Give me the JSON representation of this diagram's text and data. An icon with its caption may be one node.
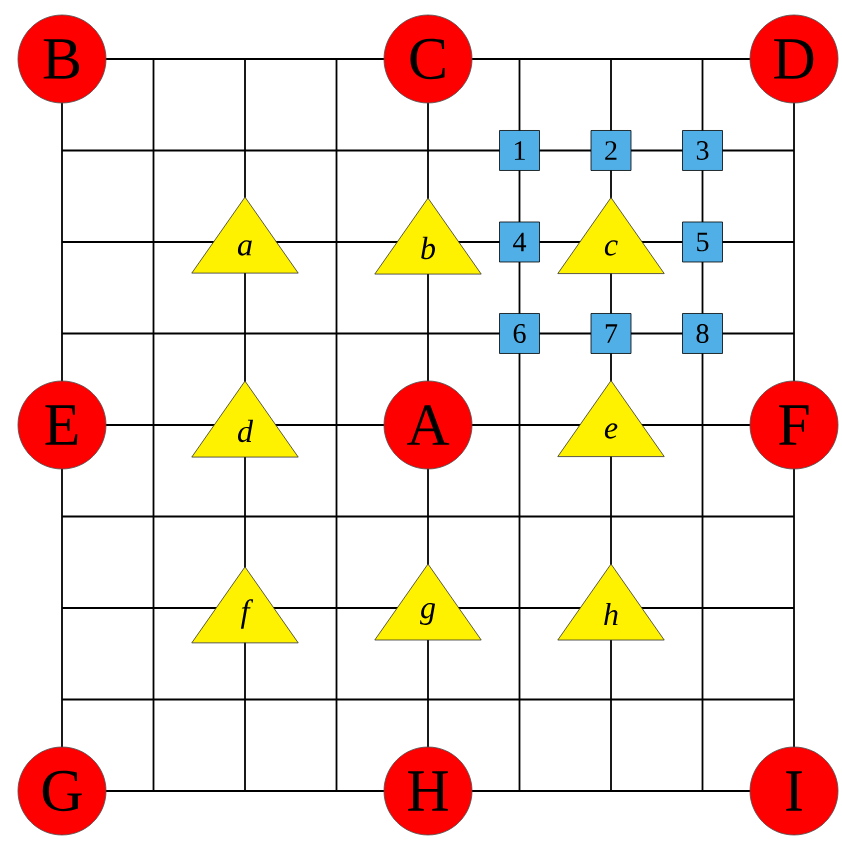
{
  "diagram": {
    "nodes": [
      {
        "text": [
          "B"
        ]
      },
      {
        "text": [
          "C"
        ]
      },
      {
        "text": [
          "D"
        ]
      },
      {
        "text": [
          "1"
        ]
      },
      {
        "text": [
          "2"
        ]
      },
      {
        "text": [
          "3"
        ]
      },
      {
        "text": [
          "a"
        ]
      },
      {
        "text": [
          "b"
        ]
      },
      {
        "text": [
          "4"
        ]
      },
      {
        "text": [
          "c"
        ]
      },
      {
        "text": [
          "5"
        ]
      },
      {
        "text": [
          "6"
        ]
      },
      {
        "text": [
          "7"
        ]
      },
      {
        "text": [
          "8"
        ]
      },
      {
        "text": [
          "E"
        ]
      },
      {
        "text": [
          "d"
        ]
      },
      {
        "text": [
          "A"
        ]
      },
      {
        "text": [
          "e"
        ]
      },
      {
        "text": [
          "F"
        ]
      },
      {
        "text": [
          "f"
        ]
      },
      {
        "text": [
          "g"
        ]
      },
      {
        "text": [
          "h"
        ]
      },
      {
        "text": [
          "G"
        ]
      },
      {
        "text": [
          "H"
        ]
      },
      {
        "text": [
          "I"
        ]
      }
    ]
  }
}
